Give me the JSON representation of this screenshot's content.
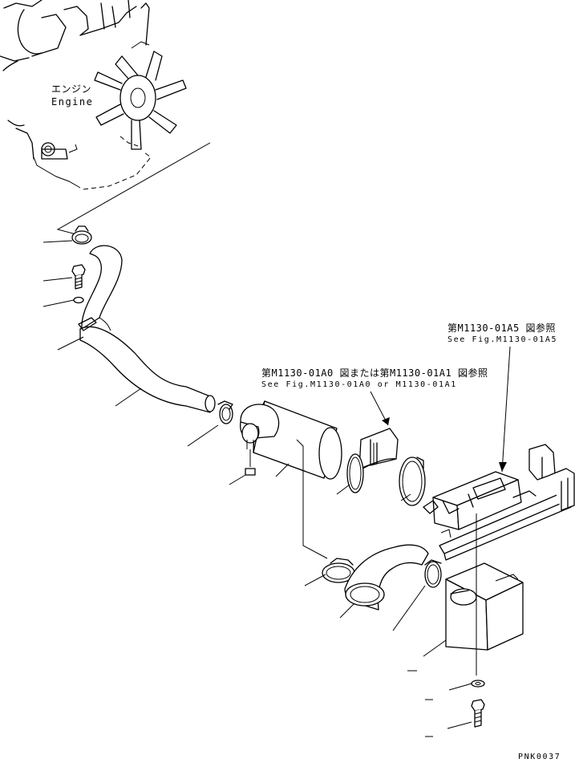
{
  "labels": {
    "engine_jp": "エンジン",
    "engine_en": "Engine",
    "ref1_jp": "第M1130-01A0 図または第M1130-01A1 図参照",
    "ref1_en": "See Fig.M1130-01A0 or M1130-01A1",
    "ref2_jp": "第M1130-01A5 図参照",
    "ref2_en": "See Fig.M1130-01A5",
    "code": "PNK0037"
  }
}
